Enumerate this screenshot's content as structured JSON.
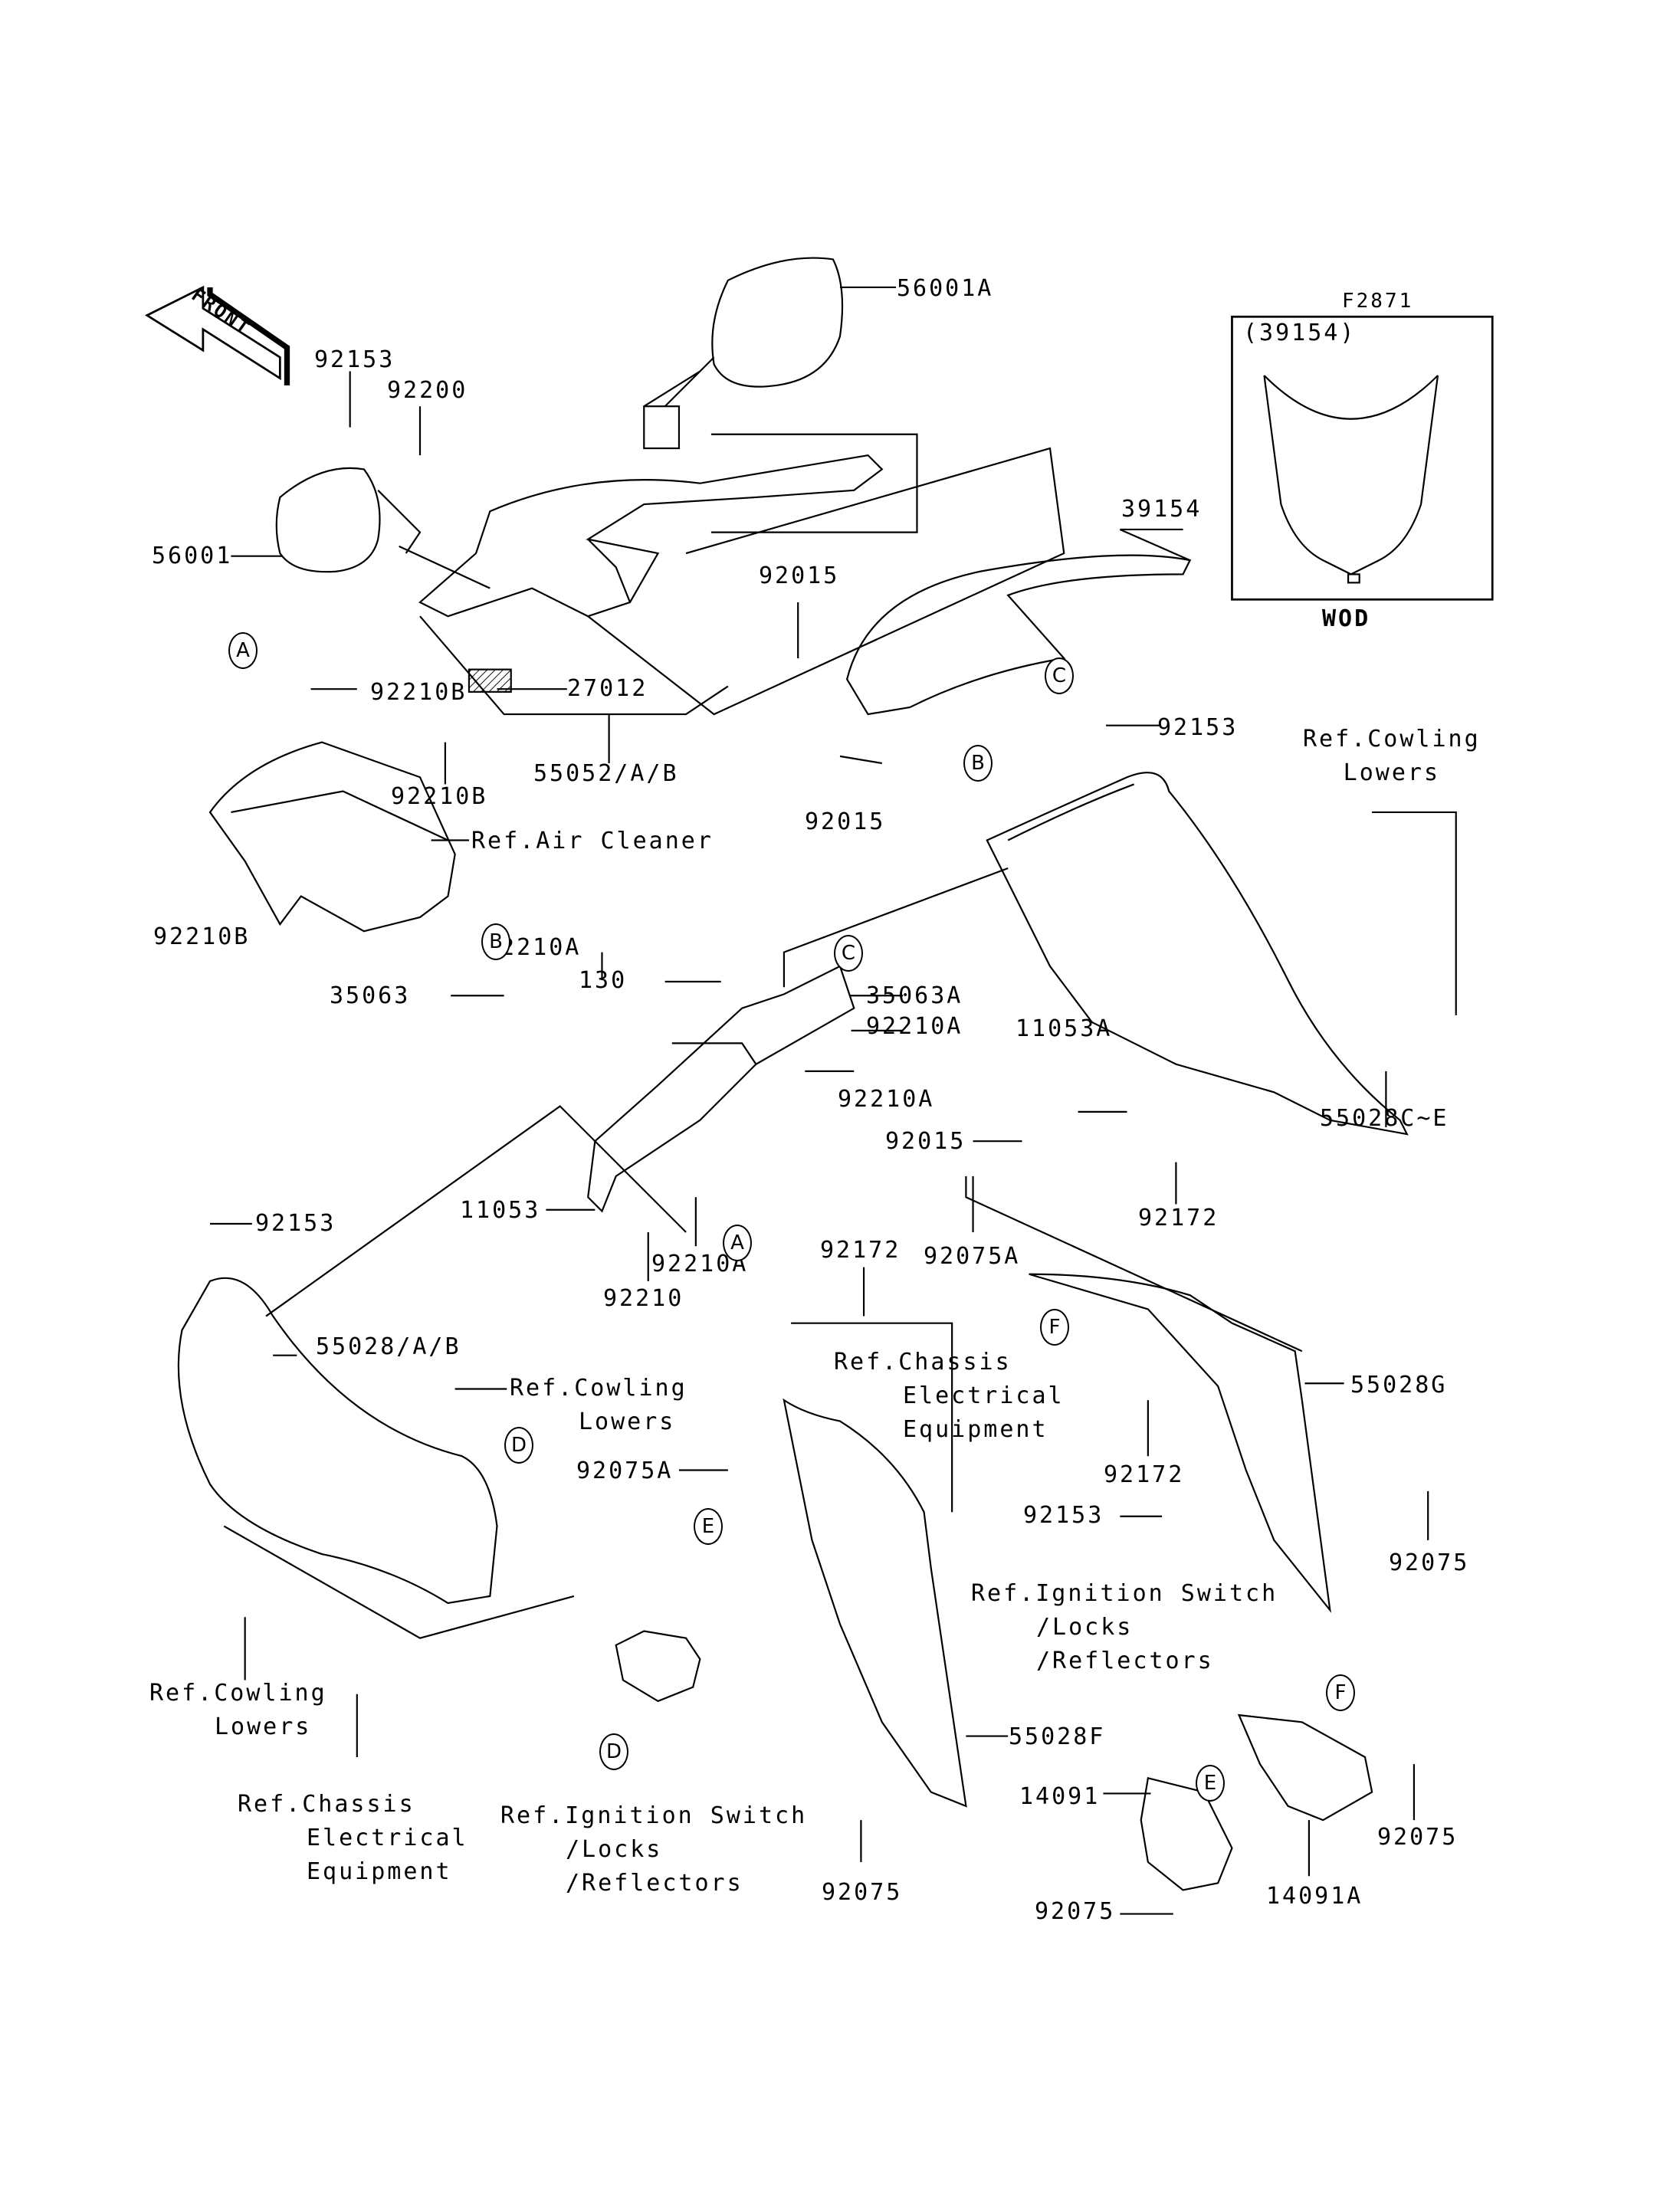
{
  "diagram": {
    "figure_code": "F2871",
    "front_arrow_label": "FRONT",
    "inset": {
      "part_number": "(39154)",
      "caption": "WOD"
    },
    "part_labels": [
      {
        "id": "56001A",
        "text": "56001A"
      },
      {
        "id": "92153-a",
        "text": "92153"
      },
      {
        "id": "92200",
        "text": "92200"
      },
      {
        "id": "56001",
        "text": "56001"
      },
      {
        "id": "39154",
        "text": "39154"
      },
      {
        "id": "92015-a",
        "text": "92015"
      },
      {
        "id": "27012",
        "text": "27012"
      },
      {
        "id": "55052",
        "text": "55052/A/B"
      },
      {
        "id": "92210B-a",
        "text": "92210B"
      },
      {
        "id": "92210B-b",
        "text": "92210B"
      },
      {
        "id": "92210B-c",
        "text": "92210B"
      },
      {
        "id": "92015-b",
        "text": "92015"
      },
      {
        "id": "92153-b",
        "text": "92153"
      },
      {
        "id": "35063",
        "text": "35063"
      },
      {
        "id": "92210A-a",
        "text": "92210A"
      },
      {
        "id": "130",
        "text": "130"
      },
      {
        "id": "35063A",
        "text": "35063A"
      },
      {
        "id": "92210A-b",
        "text": "92210A"
      },
      {
        "id": "92210A-c",
        "text": "92210A"
      },
      {
        "id": "11053A",
        "text": "11053A"
      },
      {
        "id": "92015-c",
        "text": "92015"
      },
      {
        "id": "55028CE",
        "text": "55028C~E"
      },
      {
        "id": "92172-a",
        "text": "92172"
      },
      {
        "id": "11053",
        "text": "11053"
      },
      {
        "id": "92210A-d",
        "text": "92210A"
      },
      {
        "id": "92210",
        "text": "92210"
      },
      {
        "id": "92153-c",
        "text": "92153"
      },
      {
        "id": "92172-b",
        "text": "92172"
      },
      {
        "id": "92075A-a",
        "text": "92075A"
      },
      {
        "id": "55028AB",
        "text": "55028/A/B"
      },
      {
        "id": "55028G",
        "text": "55028G"
      },
      {
        "id": "92075A-b",
        "text": "92075A"
      },
      {
        "id": "92172-c",
        "text": "92172"
      },
      {
        "id": "92153-d",
        "text": "92153"
      },
      {
        "id": "92075-a",
        "text": "92075"
      },
      {
        "id": "55028F",
        "text": "55028F"
      },
      {
        "id": "14091",
        "text": "14091"
      },
      {
        "id": "92075-b",
        "text": "92075"
      },
      {
        "id": "14091A",
        "text": "14091A"
      },
      {
        "id": "92075-c",
        "text": "92075"
      },
      {
        "id": "92075-d",
        "text": "92075"
      }
    ],
    "references": {
      "air_cleaner": "Ref.Air Cleaner",
      "cowling_lowers_1": [
        "Ref.Cowling",
        "Lowers"
      ],
      "cowling_lowers_2": [
        "Ref.Cowling",
        "Lowers"
      ],
      "cowling_lowers_3": [
        "Ref.Cowling",
        "Lowers"
      ],
      "chassis_1": [
        "Ref.Chassis",
        "Electrical",
        "Equipment"
      ],
      "chassis_2": [
        "Ref.Chassis",
        "Electrical",
        "Equipment"
      ],
      "ignition_1": [
        "Ref.Ignition Switch",
        "/Locks",
        "/Reflectors"
      ],
      "ignition_2": [
        "Ref.Ignition Switch",
        "/Locks",
        "/Reflectors"
      ]
    },
    "callouts": {
      "A": "A",
      "B": "B",
      "C": "C",
      "D": "D",
      "E": "E",
      "F": "F"
    }
  }
}
